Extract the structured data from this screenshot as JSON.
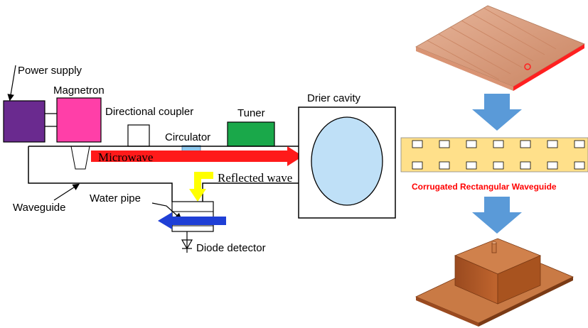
{
  "labels": {
    "power_supply": "Power supply",
    "magnetron": "Magnetron",
    "directional_coupler": "Directional coupler",
    "tuner": "Tuner",
    "drier_cavity": "Drier cavity",
    "circulator": "Circulator",
    "microwave": "Microwave",
    "reflected_wave": "Reflected wave",
    "waveguide": "Waveguide",
    "water_pipe": "Water pipe",
    "diode_detector": "Diode detector",
    "corrugated_waveguide": "Corrugated Rectangular Waveguide"
  },
  "colors": {
    "power_supply_box": "#6a2a8f",
    "magnetron_box": "#ff3fa8",
    "tuner_box": "#1aa84a",
    "circulator": "#8fc8ee",
    "microwave_arrow": "#ff1a1a",
    "reflected_arrow": "#ffff00",
    "water_arrow": "#1f3fd6",
    "cavity_ellipse": "#bfe0f7",
    "waveguide_strip": "#ffe08a",
    "flow_arrow": "#5a9ad8",
    "copper": "#b8622f"
  }
}
